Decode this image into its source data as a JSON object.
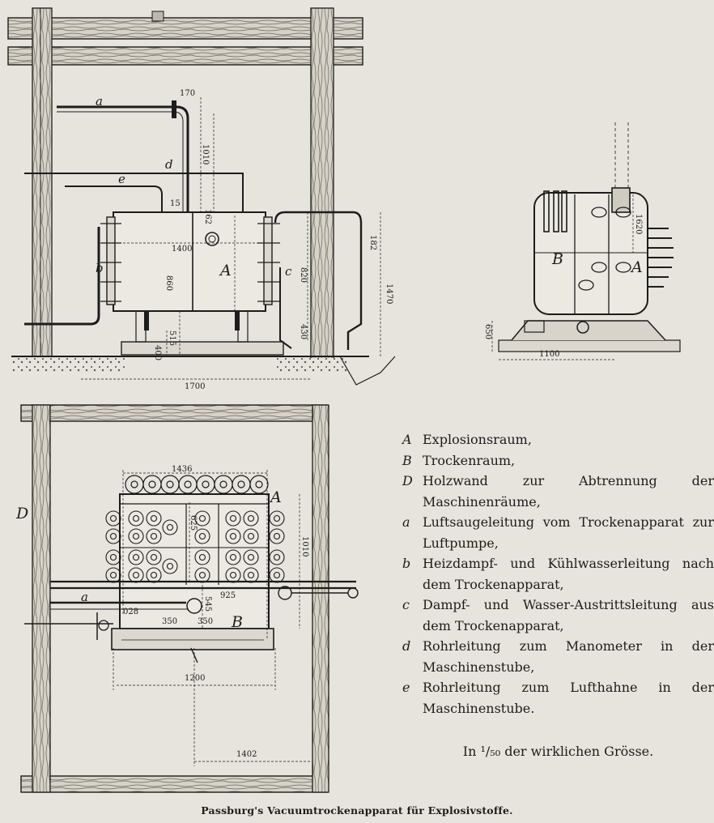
{
  "figure": {
    "caption": "Passburg's Vacuumtrockenapparat für Explosivstoffe.",
    "scale_note": "In ¹/₅₀ der wirklichen Grösse."
  },
  "legend": [
    {
      "key": "A",
      "text": "Explosionsraum,"
    },
    {
      "key": "B",
      "text": "Trockenraum,"
    },
    {
      "key": "D",
      "text": "Holzwand zur Abtrennung der Maschinenräume,"
    },
    {
      "key": "a",
      "text": "Luftsaugeleitung vom Trockenapparat zur Luftpumpe,"
    },
    {
      "key": "b",
      "text": "Heizdampf- und Kühlwasserleitung nach dem Trockenapparat,"
    },
    {
      "key": "c",
      "text": "Dampf- und Wasser-Austrittsleitung aus dem Trockenapparat,"
    },
    {
      "key": "d",
      "text": "Rohrleitung zum Manometer in der Maschinenstube,"
    },
    {
      "key": "e",
      "text": "Rohrleitung zum Lufthahne in der Maschinenstube."
    }
  ],
  "side_view": {
    "labels": {
      "a": "a",
      "d": "d",
      "e": "e",
      "b": "b",
      "c": "c",
      "A": "A"
    },
    "dims": [
      "170",
      "1010",
      "162",
      "1400",
      "860",
      "515",
      "400",
      "820",
      "430",
      "1470",
      "182",
      "1700",
      "15"
    ]
  },
  "end_view": {
    "labels": {
      "B": "B",
      "A": "A"
    },
    "dims": [
      "650",
      "1100",
      "1620"
    ]
  },
  "plan_view": {
    "labels": {
      "D": "D",
      "A": "A",
      "a": "a",
      "B": "B"
    },
    "dims": [
      "1436",
      "1010",
      "625",
      "545",
      "925",
      "028",
      "350",
      "350",
      "1200",
      "1402"
    ]
  }
}
